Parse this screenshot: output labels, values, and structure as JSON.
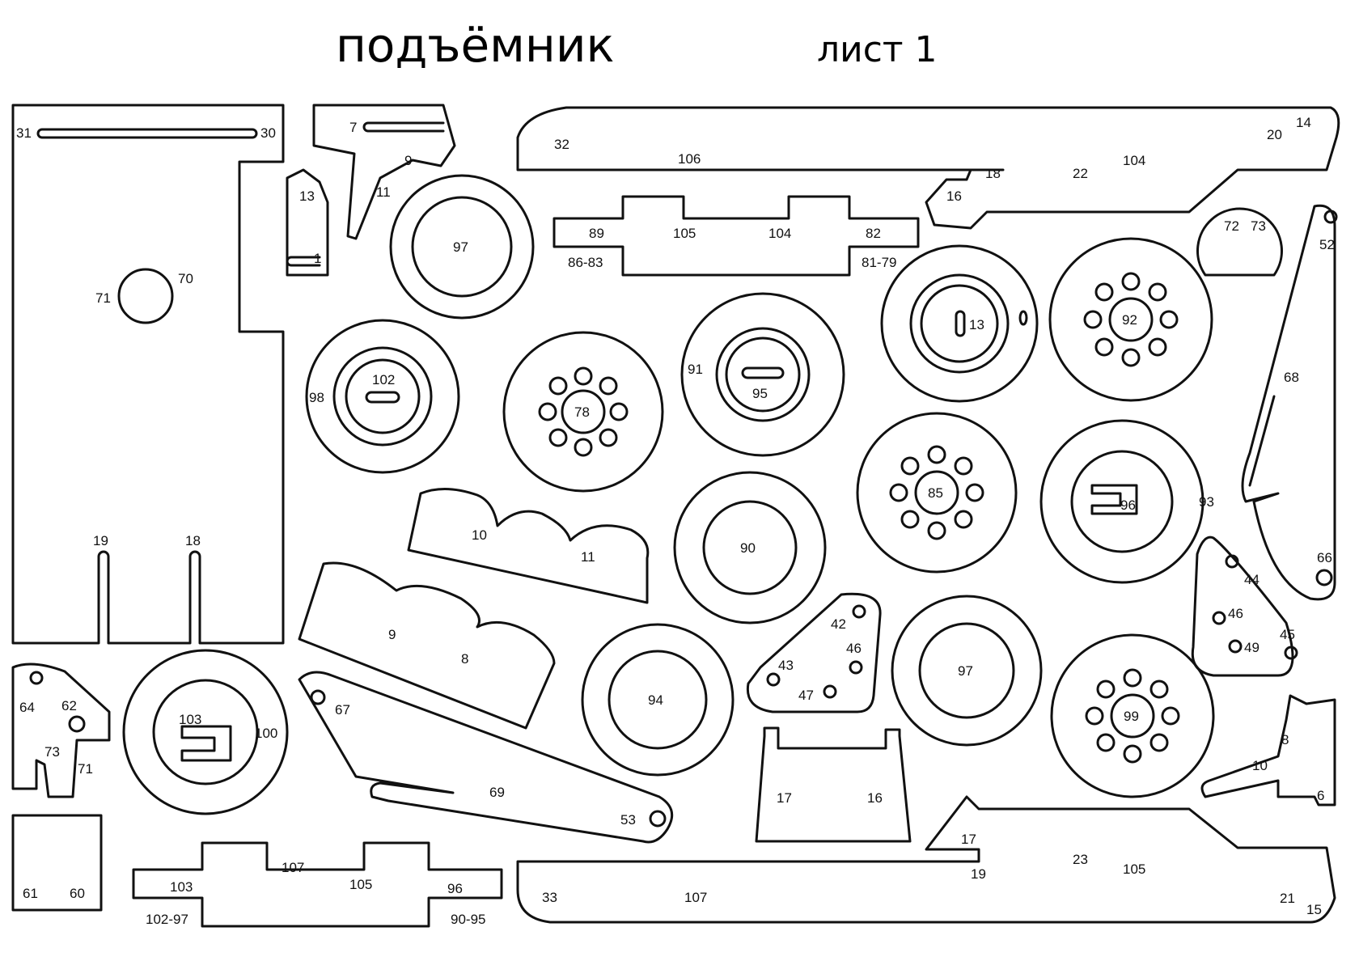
{
  "header": {
    "title": "подъёмник",
    "sheet": "лист 1"
  },
  "labels": {
    "l31": "31",
    "l30": "30",
    "l70": "70",
    "l71": "71",
    "l19a": "19",
    "l18a": "18",
    "l7": "7",
    "l9a": "9",
    "l11a": "11",
    "l13a": "13",
    "l1": "1",
    "l32": "32",
    "l106": "106",
    "l18b": "18",
    "l22": "22",
    "l104a": "104",
    "l20": "20",
    "l14": "14",
    "l16a": "16",
    "l97a": "97",
    "l89": "89",
    "l105a": "105",
    "l104b": "104",
    "l82": "82",
    "l8683": "86-83",
    "l8179": "81-79",
    "l72": "72",
    "l73a": "73",
    "l52": "52",
    "l98": "98",
    "l102": "102",
    "l78": "78",
    "l91": "91",
    "l95": "95",
    "l13b": "13",
    "l92": "92",
    "l68": "68",
    "l85": "85",
    "l96a": "96",
    "l93": "93",
    "l66": "66",
    "l10a": "10",
    "l11b": "11",
    "l90": "90",
    "l9b": "9",
    "l8a": "8",
    "l94": "94",
    "l42": "42",
    "l46a": "46",
    "l43": "43",
    "l47": "47",
    "l97b": "97",
    "l44": "44",
    "l46b": "46",
    "l49": "49",
    "l45": "45",
    "l64": "64",
    "l62": "62",
    "l73b": "73",
    "l71b": "71",
    "l103a": "103",
    "l100": "100",
    "l67": "67",
    "l69": "69",
    "l53": "53",
    "l99": "99",
    "l8b": "8",
    "l10b": "10",
    "l6": "6",
    "l17a": "17",
    "l16b": "16",
    "l61": "61",
    "l60": "60",
    "l107a": "107",
    "l103b": "103",
    "l105b": "105",
    "l96b": "96",
    "l10297": "102-97",
    "l9095": "90-95",
    "l17b": "17",
    "l19b": "19",
    "l23": "23",
    "l105c": "105",
    "l33": "33",
    "l107b": "107",
    "l21": "21",
    "l15": "15"
  },
  "colors": {
    "line": "#111111",
    "background": "#ffffff"
  }
}
